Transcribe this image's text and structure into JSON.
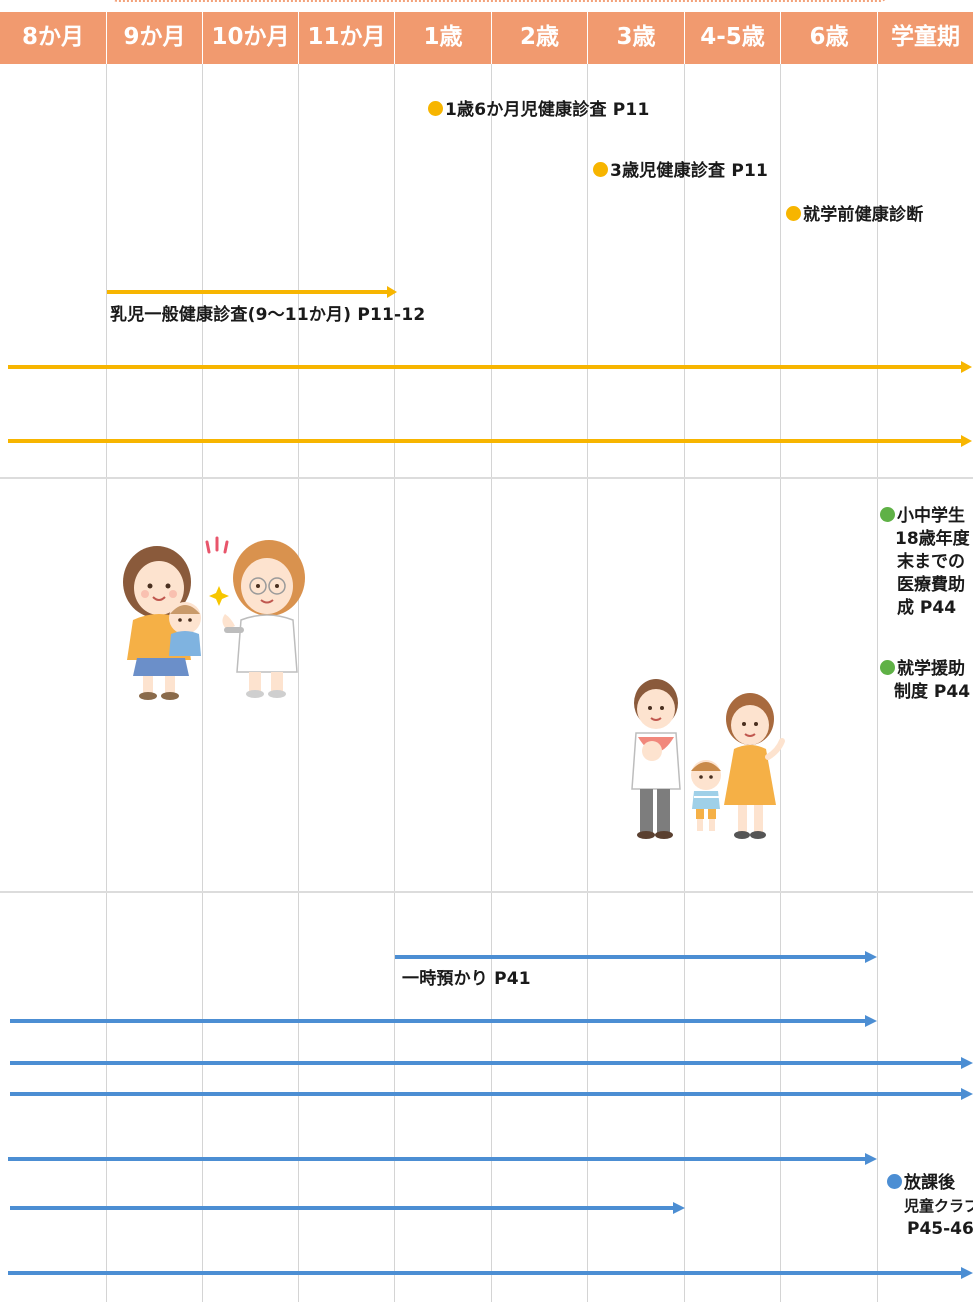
{
  "header": {
    "columns": [
      "8か月",
      "9か月",
      "10か月",
      "11か月",
      "1歳",
      "2歳",
      "3歳",
      "4-5歳",
      "6歳",
      "学童期"
    ]
  },
  "checkups": {
    "age_18m": "1歳6か月児健康診査 P11",
    "age_3y": "3歳児健康診査 P11",
    "preschool": "就学前健康診断",
    "infant_general": "乳児一般健康診査(9〜11か月) P11-12"
  },
  "support": {
    "medical_aid_lines": [
      "小中学生",
      "18歳年度",
      "末までの",
      "医療費助",
      "成 P44"
    ],
    "school_aid_lines": [
      "就学援助",
      "制度 P44"
    ]
  },
  "childcare": {
    "temporary_care": "一時預かり P41",
    "after_school_lines": [
      "放課後",
      "児童クラブ",
      "P45-46"
    ]
  },
  "colors": {
    "header_bg": "#f19a6f",
    "yellow_arrow": "#f7b500",
    "blue_arrow": "#4c8ed3",
    "green_dot": "#5fb146"
  },
  "illustrations": {
    "left": "mother-with-baby-and-nurse",
    "right": "family-with-child"
  }
}
